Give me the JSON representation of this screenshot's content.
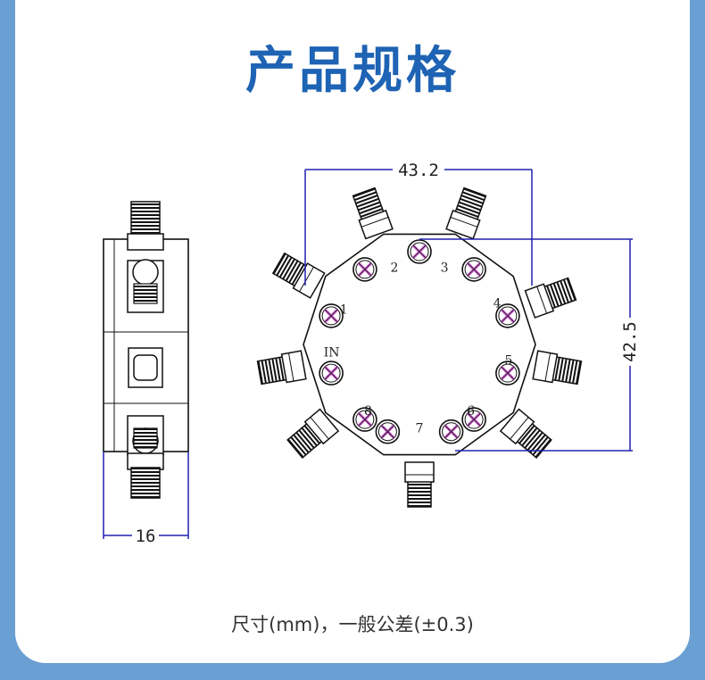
{
  "title": "产品规格",
  "caption": "尺寸(mm)，一般公差(±0.3)",
  "dimensions": {
    "width": "43.2",
    "height": "42.5",
    "side": "16"
  },
  "ports": {
    "input": "IN",
    "outputs": [
      "1",
      "2",
      "3",
      "4",
      "5",
      "6",
      "7",
      "8"
    ]
  },
  "colors": {
    "accent": "#1e63b4",
    "background": "#6a9fd3",
    "dimension_line": "#2020b0",
    "screw": "#d060d0"
  }
}
